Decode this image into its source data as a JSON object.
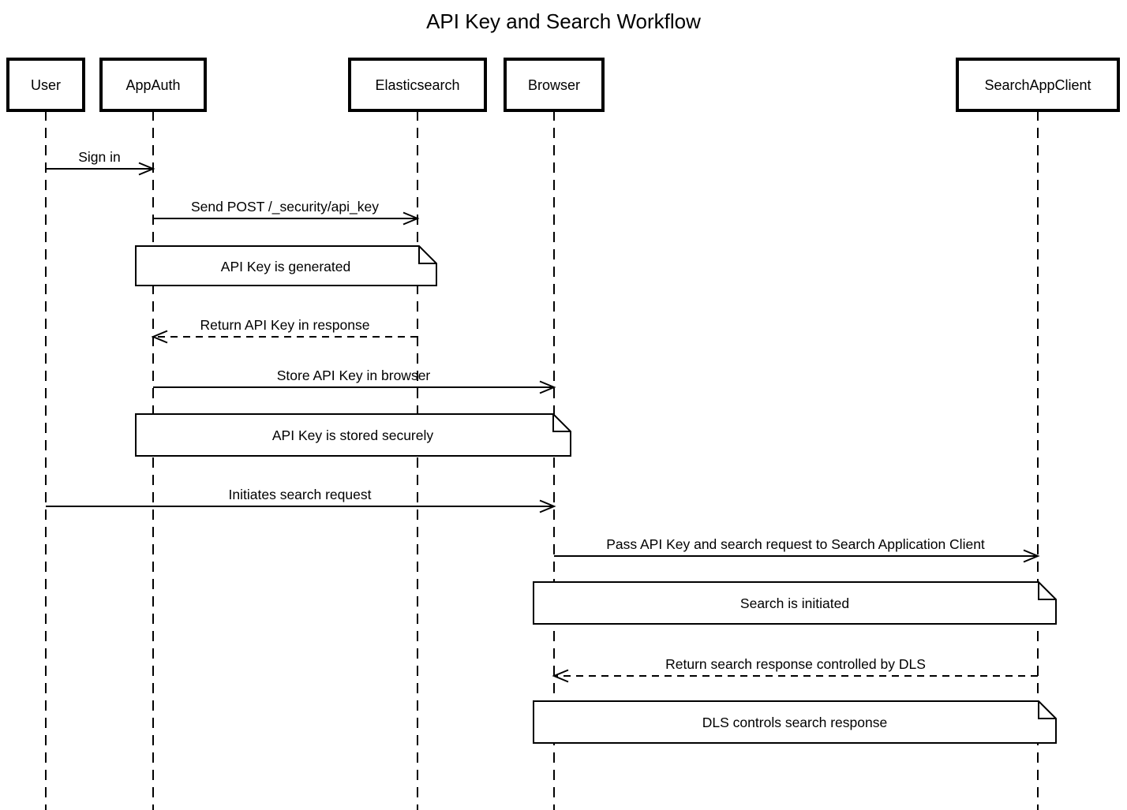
{
  "title": "API Key and Search Workflow",
  "diagram_type": "sequence-diagram",
  "colors": {
    "stroke": "#000000",
    "fill": "#ffffff",
    "text": "#000000",
    "background": "#ffffff"
  },
  "participants": [
    {
      "id": "user",
      "label": "User"
    },
    {
      "id": "appauth",
      "label": "AppAuth"
    },
    {
      "id": "elasticsearch",
      "label": "Elasticsearch"
    },
    {
      "id": "browser",
      "label": "Browser"
    },
    {
      "id": "searchappclient",
      "label": "SearchAppClient"
    }
  ],
  "messages": [
    {
      "from": "User",
      "to": "AppAuth",
      "label": "Sign in",
      "line": "solid",
      "arrow": "open"
    },
    {
      "from": "AppAuth",
      "to": "Elasticsearch",
      "label": "Send POST /_security/api_key",
      "line": "solid",
      "arrow": "open"
    },
    {
      "from": "Elasticsearch",
      "to": "AppAuth",
      "label": "Return API Key in response",
      "line": "dashed",
      "arrow": "open"
    },
    {
      "from": "AppAuth",
      "to": "Browser",
      "label": "Store API Key in browser",
      "line": "solid",
      "arrow": "open"
    },
    {
      "from": "User",
      "to": "Browser",
      "label": "Initiates search request",
      "line": "solid",
      "arrow": "open"
    },
    {
      "from": "Browser",
      "to": "SearchAppClient",
      "label": "Pass API Key and search request to Search Application Client",
      "line": "solid",
      "arrow": "open"
    },
    {
      "from": "SearchAppClient",
      "to": "Browser",
      "label": "Return search response controlled by DLS",
      "line": "dashed",
      "arrow": "open"
    }
  ],
  "notes": [
    {
      "over": [
        "AppAuth",
        "Elasticsearch"
      ],
      "label": "API Key is generated"
    },
    {
      "over": [
        "AppAuth",
        "Browser"
      ],
      "label": "API Key is stored securely"
    },
    {
      "over": [
        "Browser",
        "SearchAppClient"
      ],
      "label": "Search is initiated"
    },
    {
      "over": [
        "Browser",
        "SearchAppClient"
      ],
      "label": "DLS controls search response"
    }
  ]
}
